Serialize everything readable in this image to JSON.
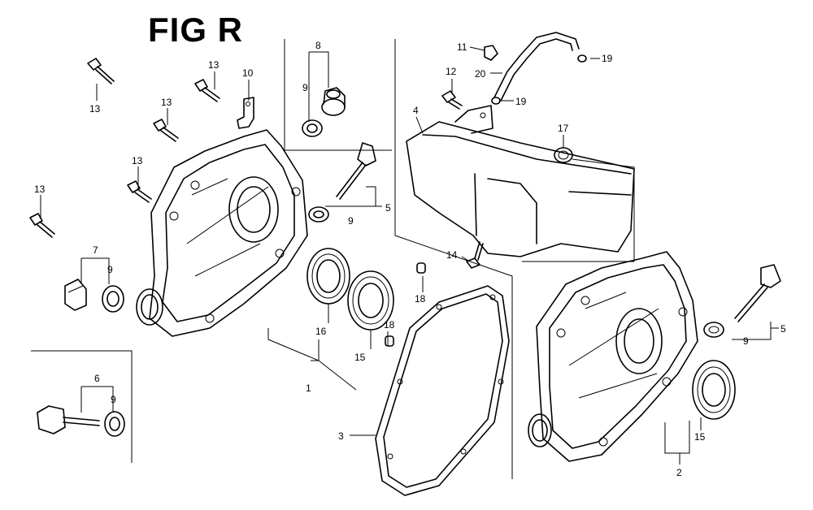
{
  "title": "FIG R",
  "callouts": [
    {
      "id": "c1",
      "text": "1"
    },
    {
      "id": "c2",
      "text": "2"
    },
    {
      "id": "c3",
      "text": "3"
    },
    {
      "id": "c4",
      "text": "4"
    },
    {
      "id": "c5a",
      "text": "5"
    },
    {
      "id": "c5b",
      "text": "5"
    },
    {
      "id": "c6",
      "text": "6"
    },
    {
      "id": "c7",
      "text": "7"
    },
    {
      "id": "c8",
      "text": "8"
    },
    {
      "id": "c9a",
      "text": "9"
    },
    {
      "id": "c9b",
      "text": "9"
    },
    {
      "id": "c9c",
      "text": "9"
    },
    {
      "id": "c9d",
      "text": "9"
    },
    {
      "id": "c9e",
      "text": "9"
    },
    {
      "id": "c10",
      "text": "10"
    },
    {
      "id": "c11",
      "text": "11"
    },
    {
      "id": "c12",
      "text": "12"
    },
    {
      "id": "c13a",
      "text": "13"
    },
    {
      "id": "c13b",
      "text": "13"
    },
    {
      "id": "c13c",
      "text": "13"
    },
    {
      "id": "c13d",
      "text": "13"
    },
    {
      "id": "c13e",
      "text": "13"
    },
    {
      "id": "c14",
      "text": "14"
    },
    {
      "id": "c15a",
      "text": "15"
    },
    {
      "id": "c15b",
      "text": "15"
    },
    {
      "id": "c16",
      "text": "16"
    },
    {
      "id": "c17",
      "text": "17"
    },
    {
      "id": "c18a",
      "text": "18"
    },
    {
      "id": "c18b",
      "text": "18"
    },
    {
      "id": "c19a",
      "text": "19"
    },
    {
      "id": "c19b",
      "text": "19"
    },
    {
      "id": "c20",
      "text": "20"
    }
  ]
}
